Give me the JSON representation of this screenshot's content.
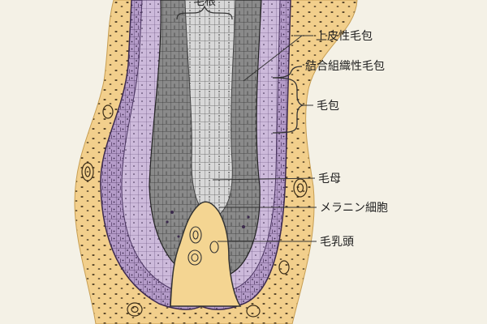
{
  "diagram": {
    "top_label": "毛根",
    "labels": [
      {
        "id": "epithelial-sheath",
        "text": "上皮性毛包"
      },
      {
        "id": "connective-sheath",
        "text": "結合組織性毛包"
      },
      {
        "id": "follicle",
        "text": "毛包"
      },
      {
        "id": "matrix",
        "text": "毛母"
      },
      {
        "id": "melanocyte",
        "text": "メラニン細胞"
      },
      {
        "id": "papilla",
        "text": "毛乳頭"
      }
    ]
  },
  "colors": {
    "background": "#f4f1e6",
    "dermis": "#f2cf8c",
    "outer_sheath": "#b59cc9",
    "inner_sheath": "#cdbadb",
    "cortex": "#8a8a8a",
    "medulla": "#d8d8d8",
    "papilla": "#f4d592"
  }
}
